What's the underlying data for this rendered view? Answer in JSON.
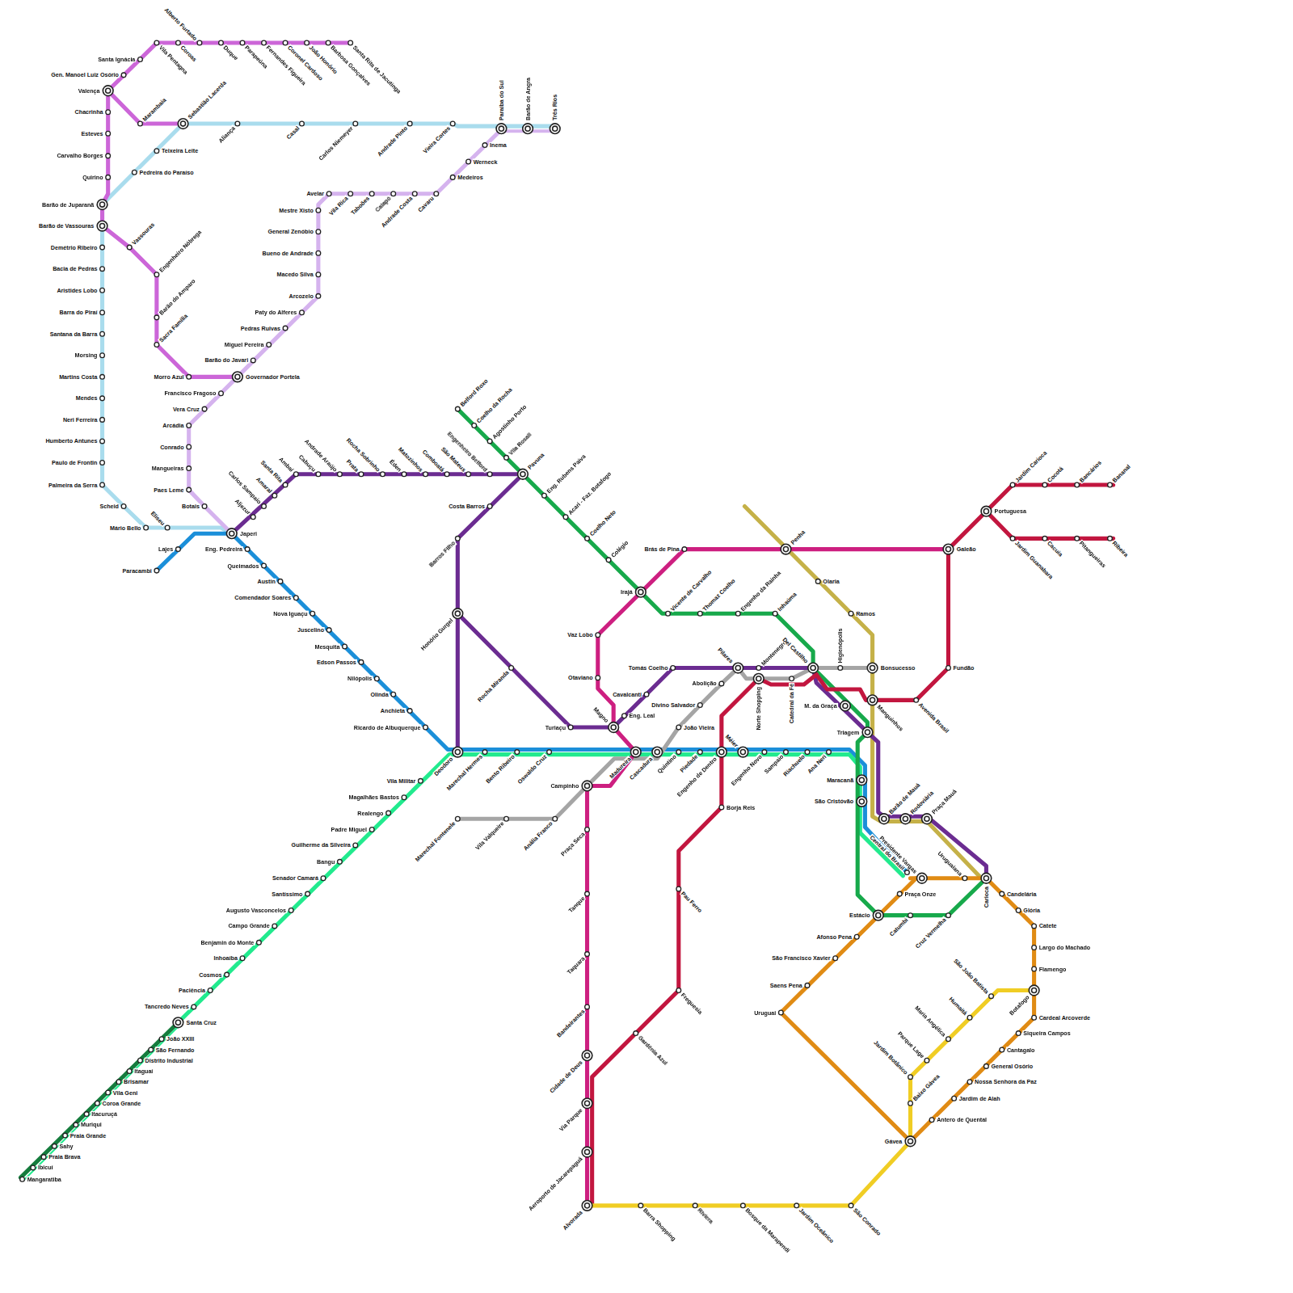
{
  "diagram": {
    "labels": [
      "Valença",
      "Gen. Manoel Luiz Osório",
      "Santa Ignácia",
      "Vila Pentagna",
      "Coroas",
      "Alberto Furtado",
      "Duque",
      "Parapeúna",
      "Fernandes Figueira",
      "Coronel Cardoso",
      "João Honório",
      "Barbosa Gonçalves",
      "Santa Rita de Jacutinga",
      "Chacrinha",
      "Esteves",
      "Carvalho Borges",
      "Quirino",
      "Barão de Juparanã",
      "Barão de Vassouras",
      "Vassouras",
      "Engenheiro Nóbrega",
      "Barão do Amparo",
      "Sacra Família",
      "Morro Azul",
      "Governador Portela",
      "Marambaia",
      "Sebastião Lacerda",
      "Aliança",
      "Casal",
      "Carlos Niemeyer",
      "Andrade Pinto",
      "Vieira Cortes",
      "Paraíba do Sul",
      "Barão de Angra",
      "Três Rios",
      "Teixeira Leite",
      "Pedreira do Paraíso",
      "Demétrio Ribeiro",
      "Bacia de Pedras",
      "Aristides Lobo",
      "Barra do Piraí",
      "Santana da Barra",
      "Morsing",
      "Martins Costa",
      "Mendes",
      "Neri Ferreira",
      "Humberto Antunes",
      "Paulo de Frontin",
      "Palmeira da Serra",
      "Scheid",
      "Mário Bello",
      "Eliseu",
      "Inema",
      "Werneck",
      "Medeiros",
      "Cavaru",
      "Andrade Costa",
      "Calapó",
      "Taboões",
      "Vila Rica",
      "Avelar",
      "Mestre Xisto",
      "General Zenóbio",
      "Bueno de Andrade",
      "Macedo Silva",
      "Arcozelo",
      "Paty do Alferes",
      "Pedras Ruivas",
      "Miguel Pereira",
      "Barão do Javari",
      "Francisco Fragoso",
      "Vera Cruz",
      "Arcádia",
      "Conrado",
      "Mangueiras",
      "Paes Leme",
      "Botais",
      "Japeri",
      "Lajes",
      "Paracambi",
      "Eng. Pedreira",
      "Queimados",
      "Austin",
      "Comendador Soares",
      "Nova Iguaçu",
      "Juscelino",
      "Mesquita",
      "Edson Passos",
      "Nilópolis",
      "Olinda",
      "Anchieta",
      "Ricardo de Albuquerque",
      "Aljezur",
      "Carlos Sampaio",
      "Amaral",
      "Santa Rita",
      "Ambaí",
      "Cabuçu",
      "Andrade Araújo",
      "Prata",
      "Rocha Sobrinho",
      "Éden",
      "Matozinhos",
      "Comboatá",
      "São Mateus",
      "Engenheiro Belford",
      "Pavuna",
      "Costa Barros",
      "Barros Filho",
      "Honório Gurgel",
      "Rocha Miranda",
      "Turiaçu",
      "Magno",
      "Eng. Leal",
      "Cavalcanti",
      "Tomás Coelho",
      "Pilares",
      "Montenegro",
      "Belford Roxo",
      "Coelho da Rocha",
      "Agostinho Porto",
      "Vila Rosali",
      "Eng. Rubens Paiva",
      "Acari - Faz. Botafogo",
      "Coelho Neto",
      "Colégio",
      "Irajá",
      "Vicente de Carvalho",
      "Thomaz Coelho",
      "Engenho da Rainha",
      "Inhaúma",
      "Del Castilho",
      "M. da Graça",
      "Triagem",
      "Estácio",
      "Catumbi",
      "Cruz Vermelha",
      "Brás de Pina",
      "Penha",
      "Galeão",
      "Vaz Lobo",
      "Otaviano",
      "Campinho",
      "Praça Seca",
      "Tanque",
      "Taquara",
      "Bandeirantes",
      "Cidade de Deus",
      "Via Parque",
      "Aeroporto de Jacarepaguá",
      "Alvorada",
      "Santa Cruz",
      "Tancredo Neves",
      "Paciência",
      "Cosmos",
      "Inhoaíba",
      "Benjamin do Monte",
      "Campo Grande",
      "Augusto Vasconcelos",
      "Santíssimo",
      "Senador Camará",
      "Bangu",
      "Guilherme da Silveira",
      "Padre Miguel",
      "Realengo",
      "Magalhães Bastos",
      "Vila Militar",
      "Deodoro",
      "Marechal Hermes",
      "Bento Ribeiro",
      "Oswaldo Cruz",
      "Madureira",
      "Cascadura",
      "Quintino",
      "Piedade",
      "Engenho de Dentro",
      "Méier",
      "Engenho Novo",
      "Sampaio",
      "Riachuelo",
      "Ana Neri",
      "Maracanã",
      "São Cristóvão",
      "Central do Brasil",
      "João XXIII",
      "São Fernando",
      "Distrito Industrial",
      "Itaguaí",
      "Brisamar",
      "Vila Geni",
      "Coroa Grande",
      "Itacuruçá",
      "Muriqui",
      "Praia Grande",
      "Sahy",
      "Praia Brava",
      "Ibicuí",
      "Mangaratiba",
      "Portuguesa",
      "Jardim Carioca",
      "Cocotá",
      "Bancários",
      "Bananal",
      "Jardim Guanabara",
      "Cacuia",
      "Pitangueiras",
      "Ribeira",
      "Fundão",
      "Avenida Brasil",
      "Manguinhos",
      "Bonsucesso",
      "Norte Shopping",
      "Catedral da Fé",
      "Borja Reis",
      "Pau Ferro",
      "Freguesia",
      "Gardênia Azul",
      "Marechal Fontenele",
      "Vila Valqueire",
      "Anália Franco",
      "João Vieira",
      "Divino Salvador",
      "Abolição",
      "Higienópolis",
      "Olaria",
      "Ramos",
      "Barão de Mauá",
      "Rodoviária",
      "Praça Mauá",
      "Presidente Vargas",
      "Uruguaiana",
      "Carioca",
      "Candelária",
      "Glória",
      "Catete",
      "Largo do Machado",
      "Flamengo",
      "Botafogo",
      "Cardeal Arcoverde",
      "Siqueira Campos",
      "Cantagalo",
      "General Osório",
      "Nossa Senhora da Paz",
      "Jardim de Alah",
      "Antero de Quental",
      "Gávea",
      "Praça Onze",
      "Afonso Pena",
      "São Francisco Xavier",
      "Saens Pena",
      "Uruguai",
      "São João Batista",
      "Humaitá",
      "Maria Angélica",
      "Parque Lage",
      "Jardim Botânico",
      "Baixo Gávea",
      "São Conrado",
      "Jardim Oceânico",
      "Bosque da Marapendi",
      "Riviera",
      "Barra Shopping"
    ]
  }
}
